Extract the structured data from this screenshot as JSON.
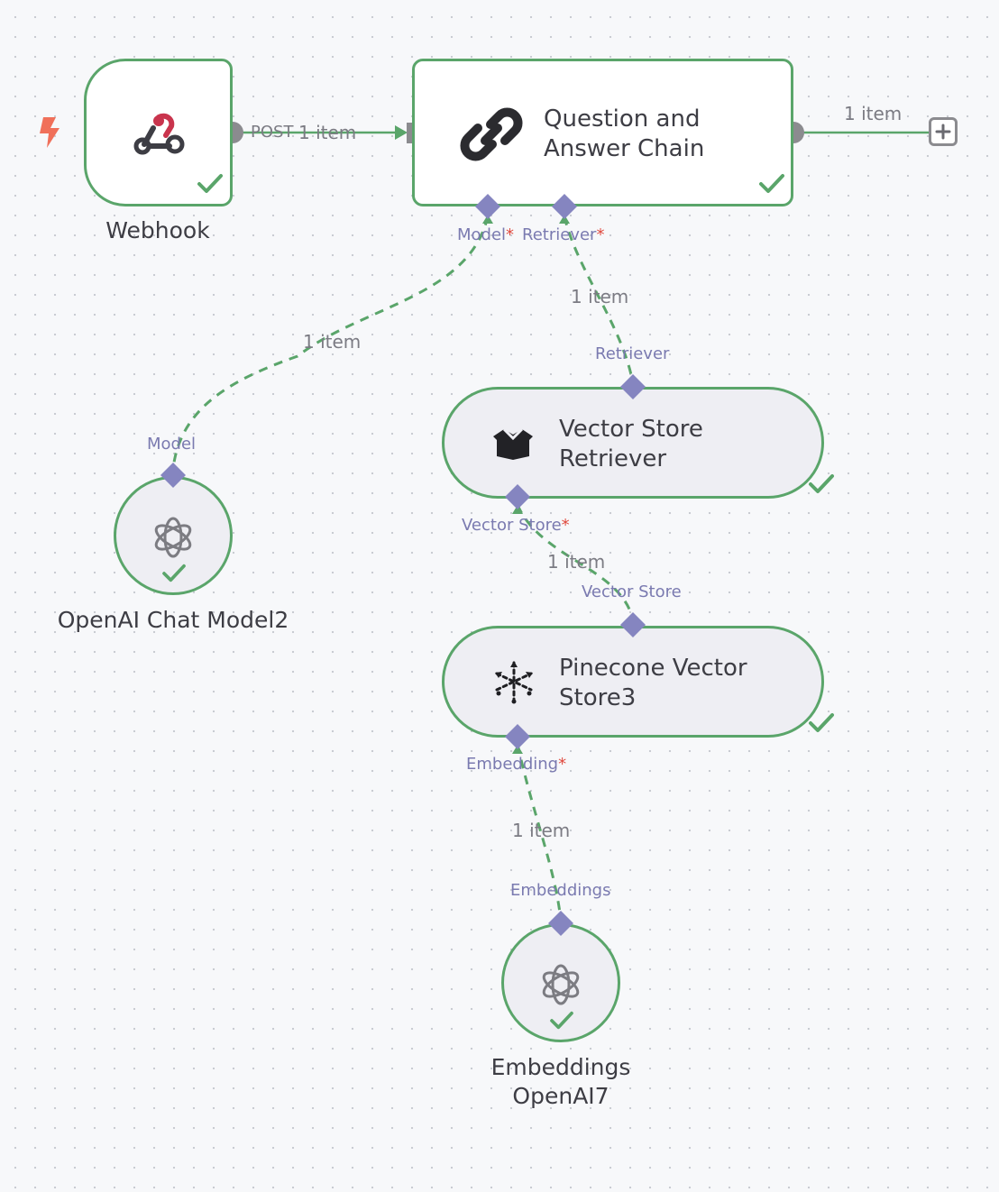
{
  "colors": {
    "success_green": "#5aa56a",
    "port_purple": "#8585c0",
    "required_red": "#e0493e",
    "trigger_orange": "#f0705a",
    "connector_gray": "#8b8b8f"
  },
  "nodes": {
    "webhook": {
      "title": "Webhook",
      "icon": "webhook-icon",
      "trigger_icon": "bolt-icon",
      "output_label": "POST",
      "status": "success"
    },
    "qa_chain": {
      "title_line1": "Question and",
      "title_line2": "Answer Chain",
      "icon": "chain-link-icon",
      "status": "success",
      "ports": {
        "model": "Model",
        "retriever": "Retriever",
        "required_marker": "*"
      }
    },
    "openai_chat": {
      "title": "OpenAI Chat Model2",
      "icon": "openai-icon",
      "port": "Model",
      "status": "success"
    },
    "vector_retriever": {
      "title_line1": "Vector Store",
      "title_line2": "Retriever",
      "icon": "box-icon",
      "top_port": "Retriever",
      "bottom_port": "Vector Store",
      "required_marker": "*",
      "status": "success"
    },
    "pinecone": {
      "title_line1": "Pinecone Vector",
      "title_line2": "Store3",
      "icon": "pinecone-icon",
      "top_port": "Vector Store",
      "bottom_port": "Embedding",
      "required_marker": "*",
      "status": "success"
    },
    "embeddings": {
      "title_line1": "Embeddings",
      "title_line2": "OpenAI7",
      "icon": "openai-icon",
      "port": "Embeddings",
      "status": "success"
    }
  },
  "edges": {
    "webhook_to_chain": "1 item",
    "chain_output": "1 item",
    "model_edge": "1 item",
    "retriever_edge": "1 item",
    "vector_store_edge": "1 item",
    "embedding_edge": "1 item"
  },
  "add_button": "+"
}
